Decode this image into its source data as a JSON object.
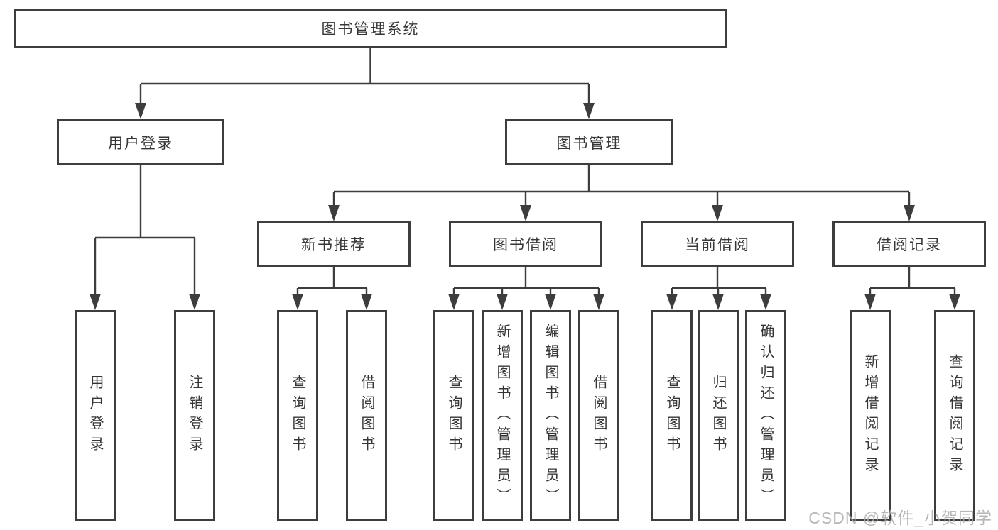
{
  "diagram": {
    "root": {
      "label": "图书管理系统"
    },
    "level2": [
      {
        "label": "用户登录",
        "children": [
          {
            "label": "用户登录"
          },
          {
            "label": "注销登录"
          }
        ]
      },
      {
        "label": "图书管理",
        "children": [
          {
            "label": "新书推荐",
            "children": [
              {
                "label": "查询图书"
              },
              {
                "label": "借阅图书"
              }
            ]
          },
          {
            "label": "图书借阅",
            "children": [
              {
                "label": "查询图书"
              },
              {
                "label": "新增图书（管理员）"
              },
              {
                "label": "编辑图书（管理员）"
              },
              {
                "label": "借阅图书"
              }
            ]
          },
          {
            "label": "当前借阅",
            "children": [
              {
                "label": "查询图书"
              },
              {
                "label": "归还图书"
              },
              {
                "label": "确认归还（管理员）"
              }
            ]
          },
          {
            "label": "借阅记录",
            "children": [
              {
                "label": "新增借阅记录"
              },
              {
                "label": "查询借阅记录"
              }
            ]
          }
        ]
      }
    ]
  },
  "watermark": {
    "text": "CSDN @软件_小贺同学"
  },
  "colors": {
    "line": "#3d3d3d",
    "box_border": "#3d3d3d",
    "text": "#363636",
    "background": "#ffffff",
    "watermark": "#ababab"
  }
}
